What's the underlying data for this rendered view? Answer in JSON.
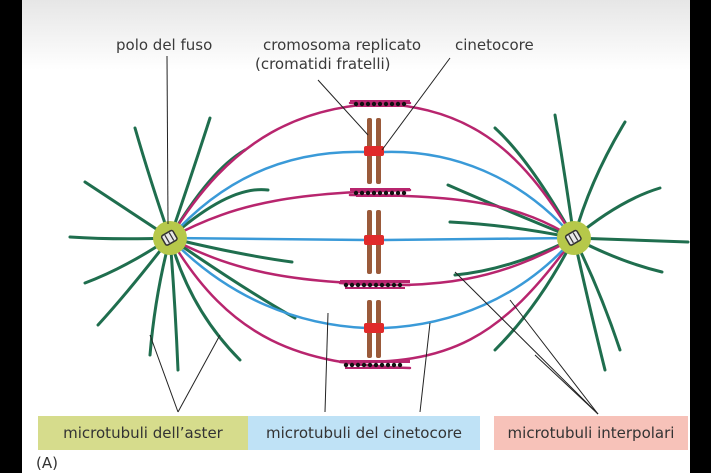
{
  "labels": {
    "spindle_pole": "polo del fuso",
    "replicated_chromosome_line1": "cromosoma replicato",
    "replicated_chromosome_line2": "(cromatidi fratelli)",
    "kinetochore": "cinetocore"
  },
  "legend": {
    "aster": {
      "label": "microtubuli dell’aster",
      "color": "#d6dc8c"
    },
    "kinetochore": {
      "label": "microtubuli del cinetocore",
      "color": "#bfe2f6"
    },
    "interpolar": {
      "label": "microtubuli interpolari",
      "color": "#f7c2b9"
    }
  },
  "panel_label": "(A)",
  "colors": {
    "aster_microtubule": "#1f6e4e",
    "kinetochore_microtubule": "#3a9ad8",
    "interpolar_microtubule": "#b8256e",
    "pole": "#b6c84a",
    "chromatid": "#9a5a3a",
    "kinetochore": "#e02a2a"
  }
}
